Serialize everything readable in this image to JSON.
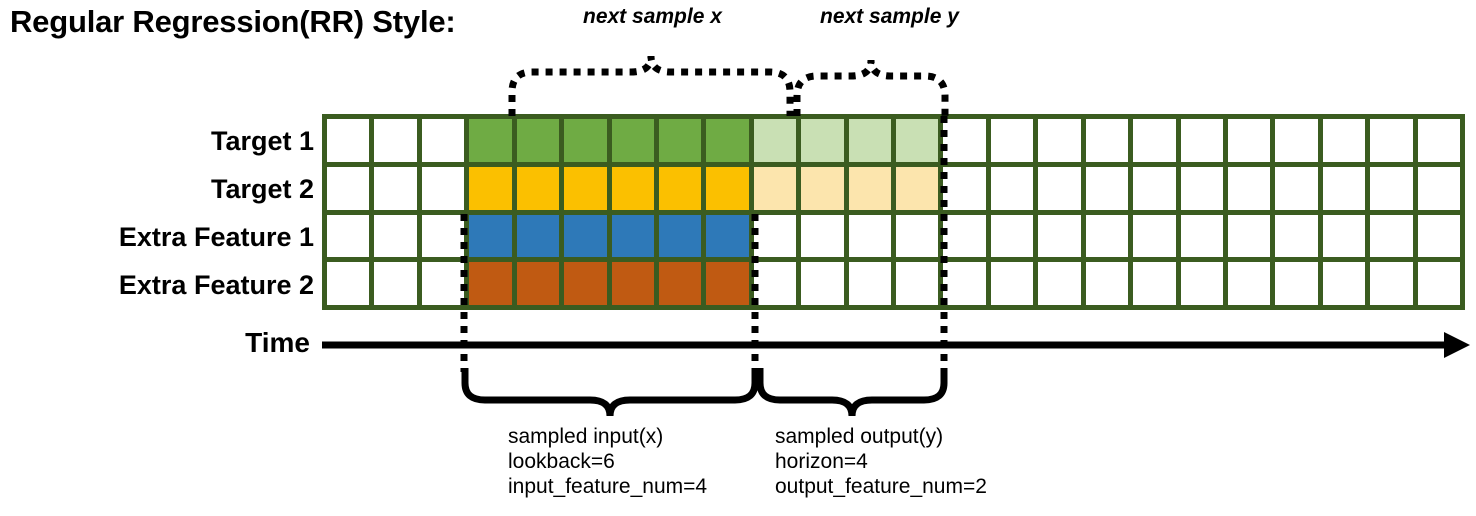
{
  "title": "Regular Regression(RR) Style:",
  "rows": [
    {
      "label": "Target 1",
      "name": "target-1"
    },
    {
      "label": "Target 2",
      "name": "target-2"
    },
    {
      "label": "Extra Feature 1",
      "name": "extra-feature-1"
    },
    {
      "label": "Extra Feature 2",
      "name": "extra-feature-2"
    }
  ],
  "axis": {
    "label": "Time"
  },
  "grid": {
    "columns": 24,
    "input_start_col": 4,
    "input_end_col": 9,
    "output_start_col": 10,
    "output_end_col": 13
  },
  "top_braces": [
    {
      "label": "next sample x",
      "name": "next-sample-x"
    },
    {
      "label": "next sample y",
      "name": "next-sample-y"
    }
  ],
  "bottom_notes": [
    {
      "name": "sampled-input",
      "line1": "sampled input(x)",
      "line2": "lookback=6",
      "line3": "input_feature_num=4"
    },
    {
      "name": "sampled-output",
      "line1": "sampled output(y)",
      "line2": "horizon=4",
      "line3": "output_feature_num=2"
    }
  ],
  "colors": {
    "grid_border": "#3b5c20",
    "cell_empty": "#ffffff",
    "target1_solid": "#6fab44",
    "target1_faded": "#c9e0b4",
    "target2_solid": "#fbc000",
    "target2_faded": "#fce5ad",
    "extra1_solid": "#2e79b8",
    "extra2_solid": "#c05a12",
    "ink": "#000000"
  }
}
